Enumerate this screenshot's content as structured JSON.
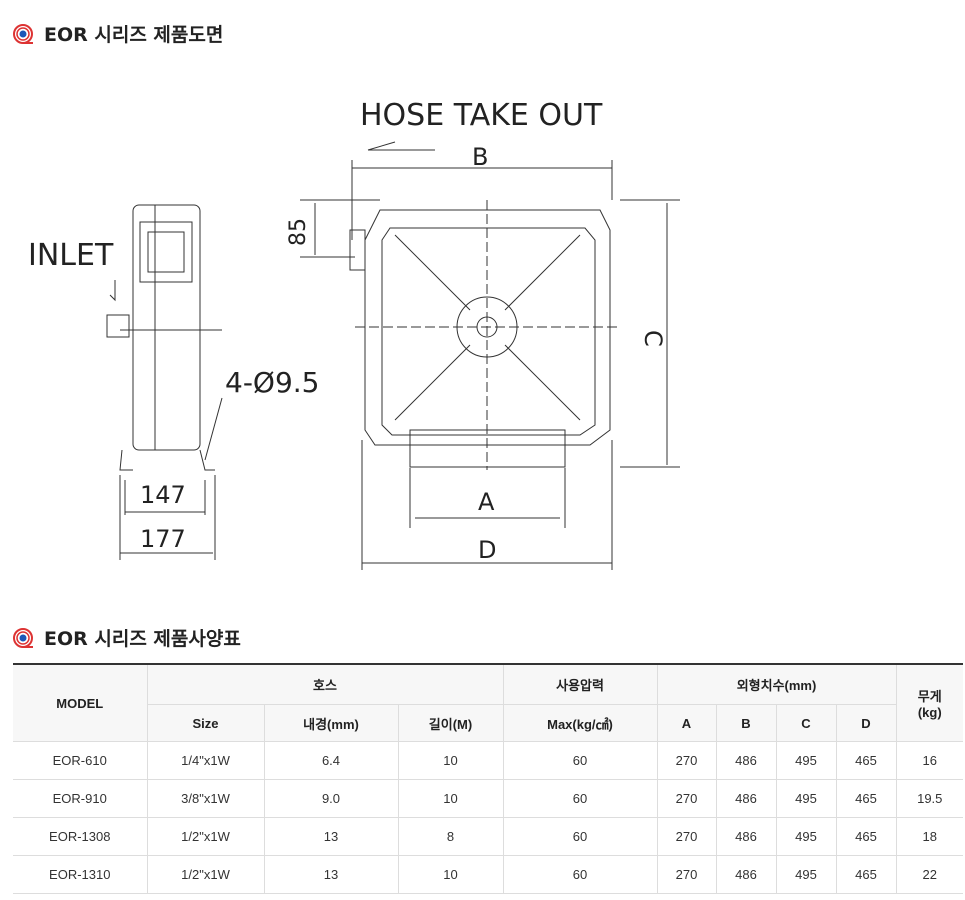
{
  "titles": {
    "drawing": "EOR 시리즈 제품도면",
    "spec": "EOR 시리즈 제품사양표"
  },
  "drawing": {
    "hose_take_out": "HOSE TAKE OUT",
    "inlet": "INLET",
    "holes": "4-Ø9.5",
    "dim_85": "85",
    "dim_147": "147",
    "dim_177": "177",
    "A": "A",
    "B": "B",
    "C": "C",
    "D": "D"
  },
  "table": {
    "header": {
      "model": "MODEL",
      "hose": "호스",
      "pressure": "사용압력",
      "dims": "외형치수(mm)",
      "weight": "무게\n(kg)",
      "size": "Size",
      "inner": "내경(mm)",
      "length": "길이(M)",
      "max": "Max(kg/㎠)",
      "A": "A",
      "B": "B",
      "C": "C",
      "D": "D"
    },
    "rows": [
      {
        "model": "EOR-610",
        "size": "1/4\"x1W",
        "inner": "6.4",
        "length": "10",
        "max": "60",
        "A": "270",
        "B": "486",
        "C": "495",
        "D": "465",
        "weight": "16"
      },
      {
        "model": "EOR-910",
        "size": "3/8\"x1W",
        "inner": "9.0",
        "length": "10",
        "max": "60",
        "A": "270",
        "B": "486",
        "C": "495",
        "D": "465",
        "weight": "19.5"
      },
      {
        "model": "EOR-1308",
        "size": "1/2\"x1W",
        "inner": "13",
        "length": "8",
        "max": "60",
        "A": "270",
        "B": "486",
        "C": "495",
        "D": "465",
        "weight": "18"
      },
      {
        "model": "EOR-1310",
        "size": "1/2\"x1W",
        "inner": "13",
        "length": "10",
        "max": "60",
        "A": "270",
        "B": "486",
        "C": "495",
        "D": "465",
        "weight": "22"
      }
    ]
  }
}
